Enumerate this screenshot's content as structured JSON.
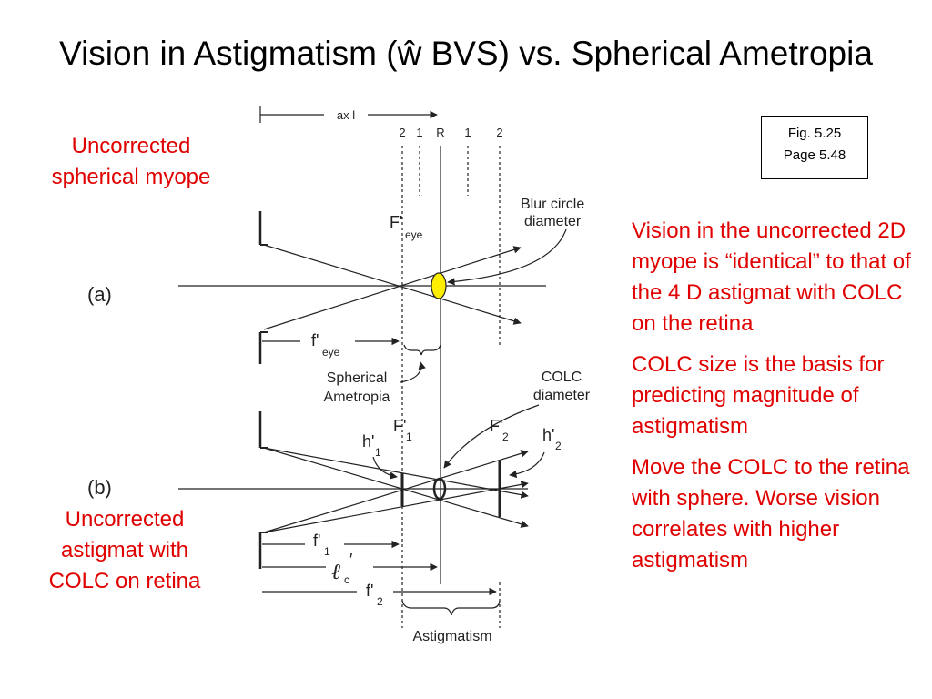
{
  "slide": {
    "title": "Vision in Astigmatism (ŵ BVS) vs. Spherical Ametropia"
  },
  "captions": {
    "top": [
      "Uncorrected",
      "spherical myope"
    ],
    "bottom": [
      "Uncorrected",
      "astigmat with",
      "COLC on retina"
    ]
  },
  "figure_ref": {
    "fig": "Fig. 5.25",
    "page": "Page 5.48"
  },
  "notes": [
    "Vision in the uncorrected 2D myope is “identical” to that of the 4 D astigmat with COLC on the retina",
    "COLC size is the basis for predicting magnitude of astigmatism",
    "Move the COLC to the retina with sphere. Worse vision correlates with higher astigmatism"
  ],
  "diagram": {
    "axial_label": "ax l",
    "positions": [
      "2",
      "1",
      "R",
      "1",
      "2"
    ],
    "panel_a": "(a)",
    "panel_b": "(b)",
    "blur_circle": [
      "Blur circle",
      "diameter"
    ],
    "F_eye": "F'",
    "F_eye_sub": "eye",
    "f_eye": "f'",
    "f_eye_sub": "eye",
    "spherical_ametropia": [
      "Spherical",
      "Ametropia"
    ],
    "colc_diameter": [
      "COLC",
      "diameter"
    ],
    "F1": "F'",
    "F1_sub": "1",
    "F2": "F'",
    "F2_sub": "2",
    "h1": "h'",
    "h1_sub": "1",
    "h2": "h'",
    "h2_sub": "2",
    "f1": "f'",
    "f1_sub": "1",
    "lc": "ℓ",
    "lc_sub": "c",
    "lc_prime": "′",
    "f2": "f'",
    "f2_sub": "2",
    "astigmatism": "Astigmatism",
    "blur_circle_color": "#ffee00"
  },
  "colors": {
    "accent_text": "#e00000"
  }
}
